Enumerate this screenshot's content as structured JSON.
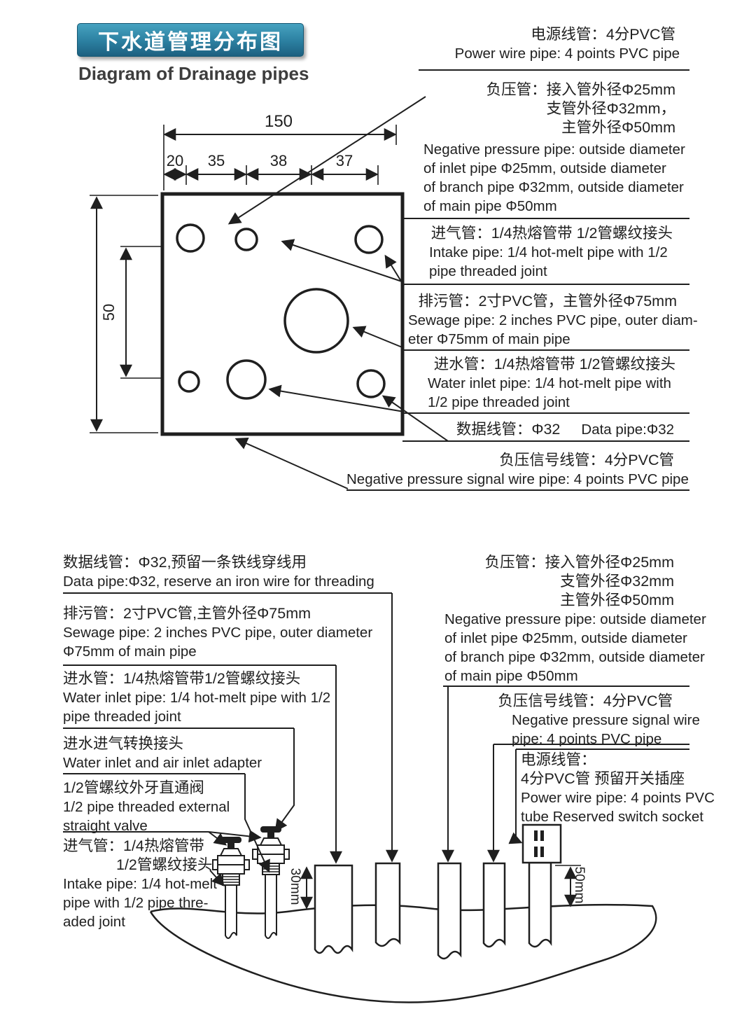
{
  "colors": {
    "title_top": "#46a2c0",
    "title_bottom": "#1d6080",
    "ink": "#1f1f1f"
  },
  "header": {
    "title_zh": "下水道管理分布图",
    "title_en": "Diagram of Drainage pipes"
  },
  "top_right": {
    "power": {
      "zh": "电源线管：4分PVC管",
      "en": "Power wire pipe: 4 points PVC pipe"
    },
    "negp": {
      "zh1": "负压管：接入管外径Φ25mm",
      "zh2": "支管外径Φ32mm，",
      "zh3": "主管外径Φ50mm",
      "en1": "Negative pressure pipe: outside diameter",
      "en2": "of inlet pipe Φ25mm, outside diameter",
      "en3": "of branch pipe Φ32mm, outside diameter",
      "en4": "of main pipe Φ50mm"
    },
    "intake": {
      "zh": "进气管：1/4热熔管带 1/2管螺纹接头",
      "en1": "Intake pipe: 1/4 hot-melt pipe with 1/2",
      "en2": "pipe threaded joint"
    },
    "sewage": {
      "zh": "排污管：2寸PVC管，主管外径Φ75mm",
      "en1": "Sewage pipe: 2 inches PVC pipe, outer diam-",
      "en2": "eter Φ75mm of main pipe"
    },
    "water": {
      "zh": "进水管：1/4热熔管带 1/2管螺纹接头",
      "en1": "Water inlet pipe: 1/4 hot-melt pipe with",
      "en2": "1/2 pipe threaded joint"
    },
    "data": {
      "zh": "数据线管：Φ32",
      "en": "Data pipe:Φ32"
    },
    "npsignal": {
      "zh": "负压信号线管：4分PVC管",
      "en": "Negative pressure signal wire pipe: 4 points PVC pipe"
    }
  },
  "plan_dims": {
    "total": "150",
    "segs": [
      "20",
      "35",
      "38",
      "37"
    ],
    "side": "50"
  },
  "bottom_left": {
    "data": {
      "zh": "数据线管：Φ32,预留一条铁线穿线用",
      "en": "Data pipe:Φ32, reserve an iron wire for threading"
    },
    "sewage": {
      "zh": "排污管：2寸PVC管,主管外径Φ75mm",
      "en1": "Sewage pipe: 2 inches PVC pipe, outer diameter",
      "en2": "Φ75mm of main pipe"
    },
    "water": {
      "zh": "进水管：1/4热熔管带1/2管螺纹接头",
      "en1": "Water inlet pipe: 1/4 hot-melt pipe with 1/2",
      "en2": "pipe threaded joint"
    },
    "adapter": {
      "zh": "进水进气转换接头",
      "en": "Water inlet and air inlet adapter"
    },
    "valve": {
      "zh": "1/2管螺纹外牙直通阀",
      "en1": "1/2 pipe threaded external",
      "en2": "straight valve"
    },
    "intake": {
      "zh1": "进气管：1/4热熔管带",
      "zh2": "1/2管螺纹接头",
      "en1": "Intake pipe: 1/4 hot-melt",
      "en2": "pipe with 1/2 pipe thre-",
      "en3": "aded joint"
    }
  },
  "bottom_right": {
    "negp": {
      "zh1": "负压管：接入管外径Φ25mm",
      "zh2": "支管外径Φ32mm",
      "zh3": "主管外径Φ50mm",
      "en1": "Negative pressure pipe: outside diameter",
      "en2": "of inlet pipe Φ25mm, outside diameter",
      "en3": "of branch pipe Φ32mm, outside diameter",
      "en4": "of main pipe Φ50mm"
    },
    "npsignal": {
      "zh": "负压信号线管：4分PVC管",
      "en1": "Negative pressure signal wire",
      "en2": "pipe: 4 points PVC pipe"
    },
    "power": {
      "zh1": "电源线管：",
      "zh2": "4分PVC管 预留开关插座",
      "en1": "Power wire pipe: 4 points PVC",
      "en2": "tube Reserved switch socket"
    }
  },
  "elev_dims": {
    "depth": "30mm",
    "height": "50mm"
  }
}
